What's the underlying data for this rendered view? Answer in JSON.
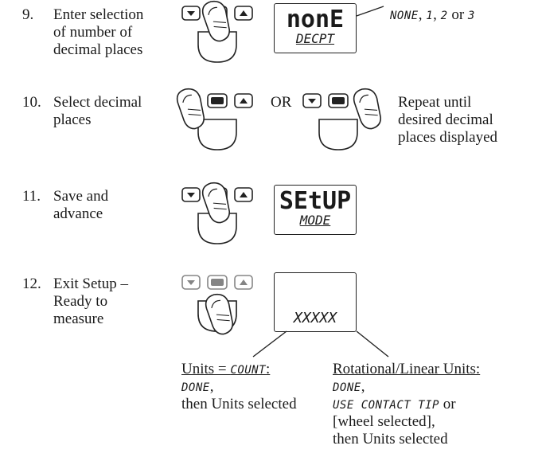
{
  "steps": [
    {
      "num": "9.",
      "lines": [
        "Enter selection",
        "of number of",
        "decimal places"
      ],
      "display": {
        "top": "nonE",
        "bottom": "DECPT"
      },
      "note": [
        "NONE",
        ", ",
        "1",
        ", ",
        "2",
        " or ",
        "3"
      ]
    },
    {
      "num": "10.",
      "lines": [
        "Select decimal",
        "places"
      ],
      "or_label": "OR",
      "note_lines": [
        "Repeat until",
        "desired decimal",
        "places displayed"
      ]
    },
    {
      "num": "11.",
      "lines": [
        "Save and",
        "advance"
      ],
      "display": {
        "top": "SEtUP",
        "bottom": "MODE"
      }
    },
    {
      "num": "12.",
      "lines": [
        "Exit Setup –",
        "Ready to",
        "measure"
      ],
      "display": {
        "bottom": "XXXXX"
      },
      "left_note": {
        "heading_prefix": "Units = ",
        "heading_seg": "COUNT",
        "heading_suffix": ":",
        "line1_seg": "DONE",
        "line1_suffix": ",",
        "line2": "then Units selected"
      },
      "right_note": {
        "heading": "Rotational/Linear Units:",
        "line1_seg": "DONE",
        "line1_suffix": ",",
        "line2_seg": "USE CONTACT TIP",
        "line2_suffix": " or",
        "line3": "[wheel selected],",
        "line4": "then Units selected"
      }
    }
  ],
  "keypad": {
    "menu_key_icon": "menu-key-icon",
    "down_key_icon": "down-arrow-icon",
    "up_key_icon": "up-arrow-icon",
    "enter_key_icon": "enter-key-icon",
    "finger_icon": "pointing-finger-icon"
  }
}
